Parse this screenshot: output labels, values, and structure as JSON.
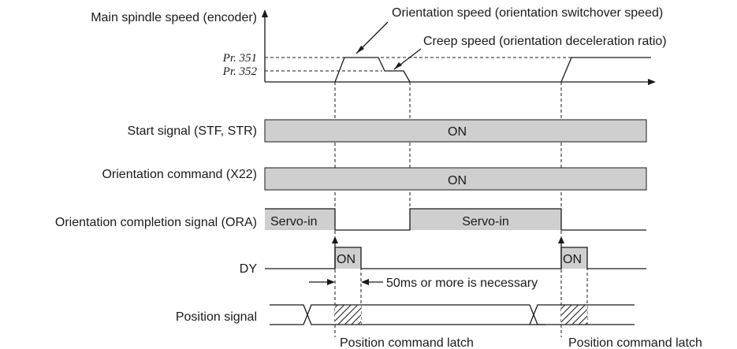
{
  "rows": {
    "speed_label": "Main spindle speed (encoder)",
    "start_label": "Start signal (STF, STR)",
    "orient_label": "Orientation command (X22)",
    "ora_label": "Orientation completion signal (ORA)",
    "dy_label": "DY",
    "pos_label": "Position signal"
  },
  "params": {
    "pr351": "Pr. 351",
    "pr352": "Pr. 352"
  },
  "annotations": {
    "orientation_speed": "Orientation speed (orientation switchover speed)",
    "creep_speed": "Creep speed (orientation deceleration ratio)",
    "start_on": "ON",
    "orient_on": "ON",
    "servo_in_1": "Servo-in",
    "servo_in_2": "Servo-in",
    "dy_on_1": "ON",
    "dy_on_2": "ON",
    "timing_note": "50ms or more is necessary",
    "latch_1": "Position command latch",
    "latch_2": "Position command latch"
  }
}
